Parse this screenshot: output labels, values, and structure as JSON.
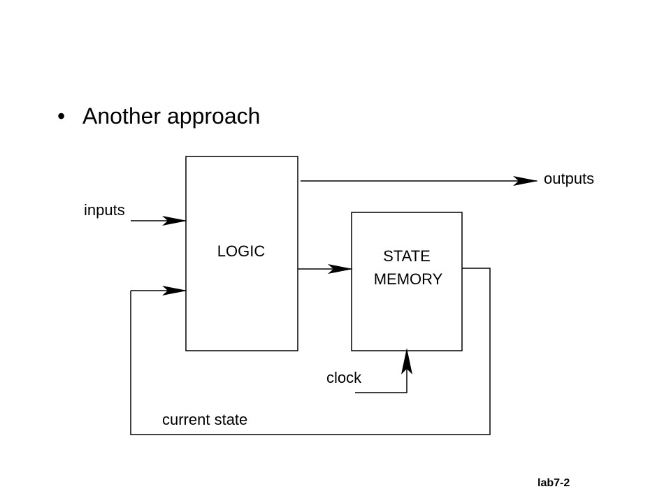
{
  "slide": {
    "bullet": "•",
    "heading": "Another approach",
    "footer": "lab7-2"
  },
  "diagram": {
    "blocks": {
      "logic": "LOGIC",
      "state_memory_line1": "STATE",
      "state_memory_line2": "MEMORY"
    },
    "signals": {
      "inputs": "inputs",
      "outputs": "outputs",
      "clock": "clock",
      "current_state": "current state"
    },
    "colors": {
      "line": "#000000",
      "background": "#ffffff"
    }
  }
}
